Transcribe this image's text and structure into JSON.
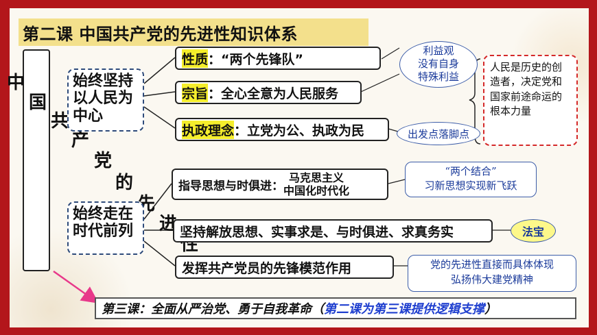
{
  "title": "第二课 中国共产党的先进性知识体系",
  "vertical_chars": [
    "中",
    "国",
    "共",
    "产",
    "党",
    "的",
    "先",
    "进",
    "性"
  ],
  "group1": {
    "label": "始终坚持以人民为中心",
    "items": [
      {
        "label": "性质",
        "text": "：“两个先锋队”"
      },
      {
        "label": "宗旨",
        "text": "：全心全意为人民服务"
      },
      {
        "label": "执政理念",
        "text": "：立党为公、执政为民"
      }
    ]
  },
  "group2": {
    "label": "始终走在时代前列",
    "item1_prefix": "指导思想与时俱进：",
    "item1_line1": "马克思主义",
    "item1_line2": "中国化时代化",
    "item2": "坚持解放思想、实事求是、与时俱进、求真务实",
    "item3": "发挥共产党员的先锋模范作用"
  },
  "notes": {
    "interest_line1": "利益观",
    "interest_line2": "没有自身",
    "interest_line3": "特殊利益",
    "starting_point": "出发点落脚点",
    "people_box": "人民是历史的创造者，决定党和国家前途命运的根本力量",
    "two_integrations_line1": "“两个结合”",
    "two_integrations_line2": "习新思想实现新飞跃",
    "magic_weapon": "法宝",
    "vanguard_line1": "党的先进性直接而具体体现",
    "vanguard_line2": "弘扬伟大建党精神"
  },
  "bottom": {
    "text": "第三课：全面从严治党、勇于自我革命（",
    "highlight": "第二课为第三课提供逻辑支撑",
    "close": "）"
  },
  "colors": {
    "frame": "#b3161b",
    "title_bg": "#f3e08c",
    "highlight": "#f5ee2c",
    "note_blue": "#1a3a9a",
    "accent_blue": "#1f3fcf",
    "arrow_pink": "#e8388a"
  }
}
